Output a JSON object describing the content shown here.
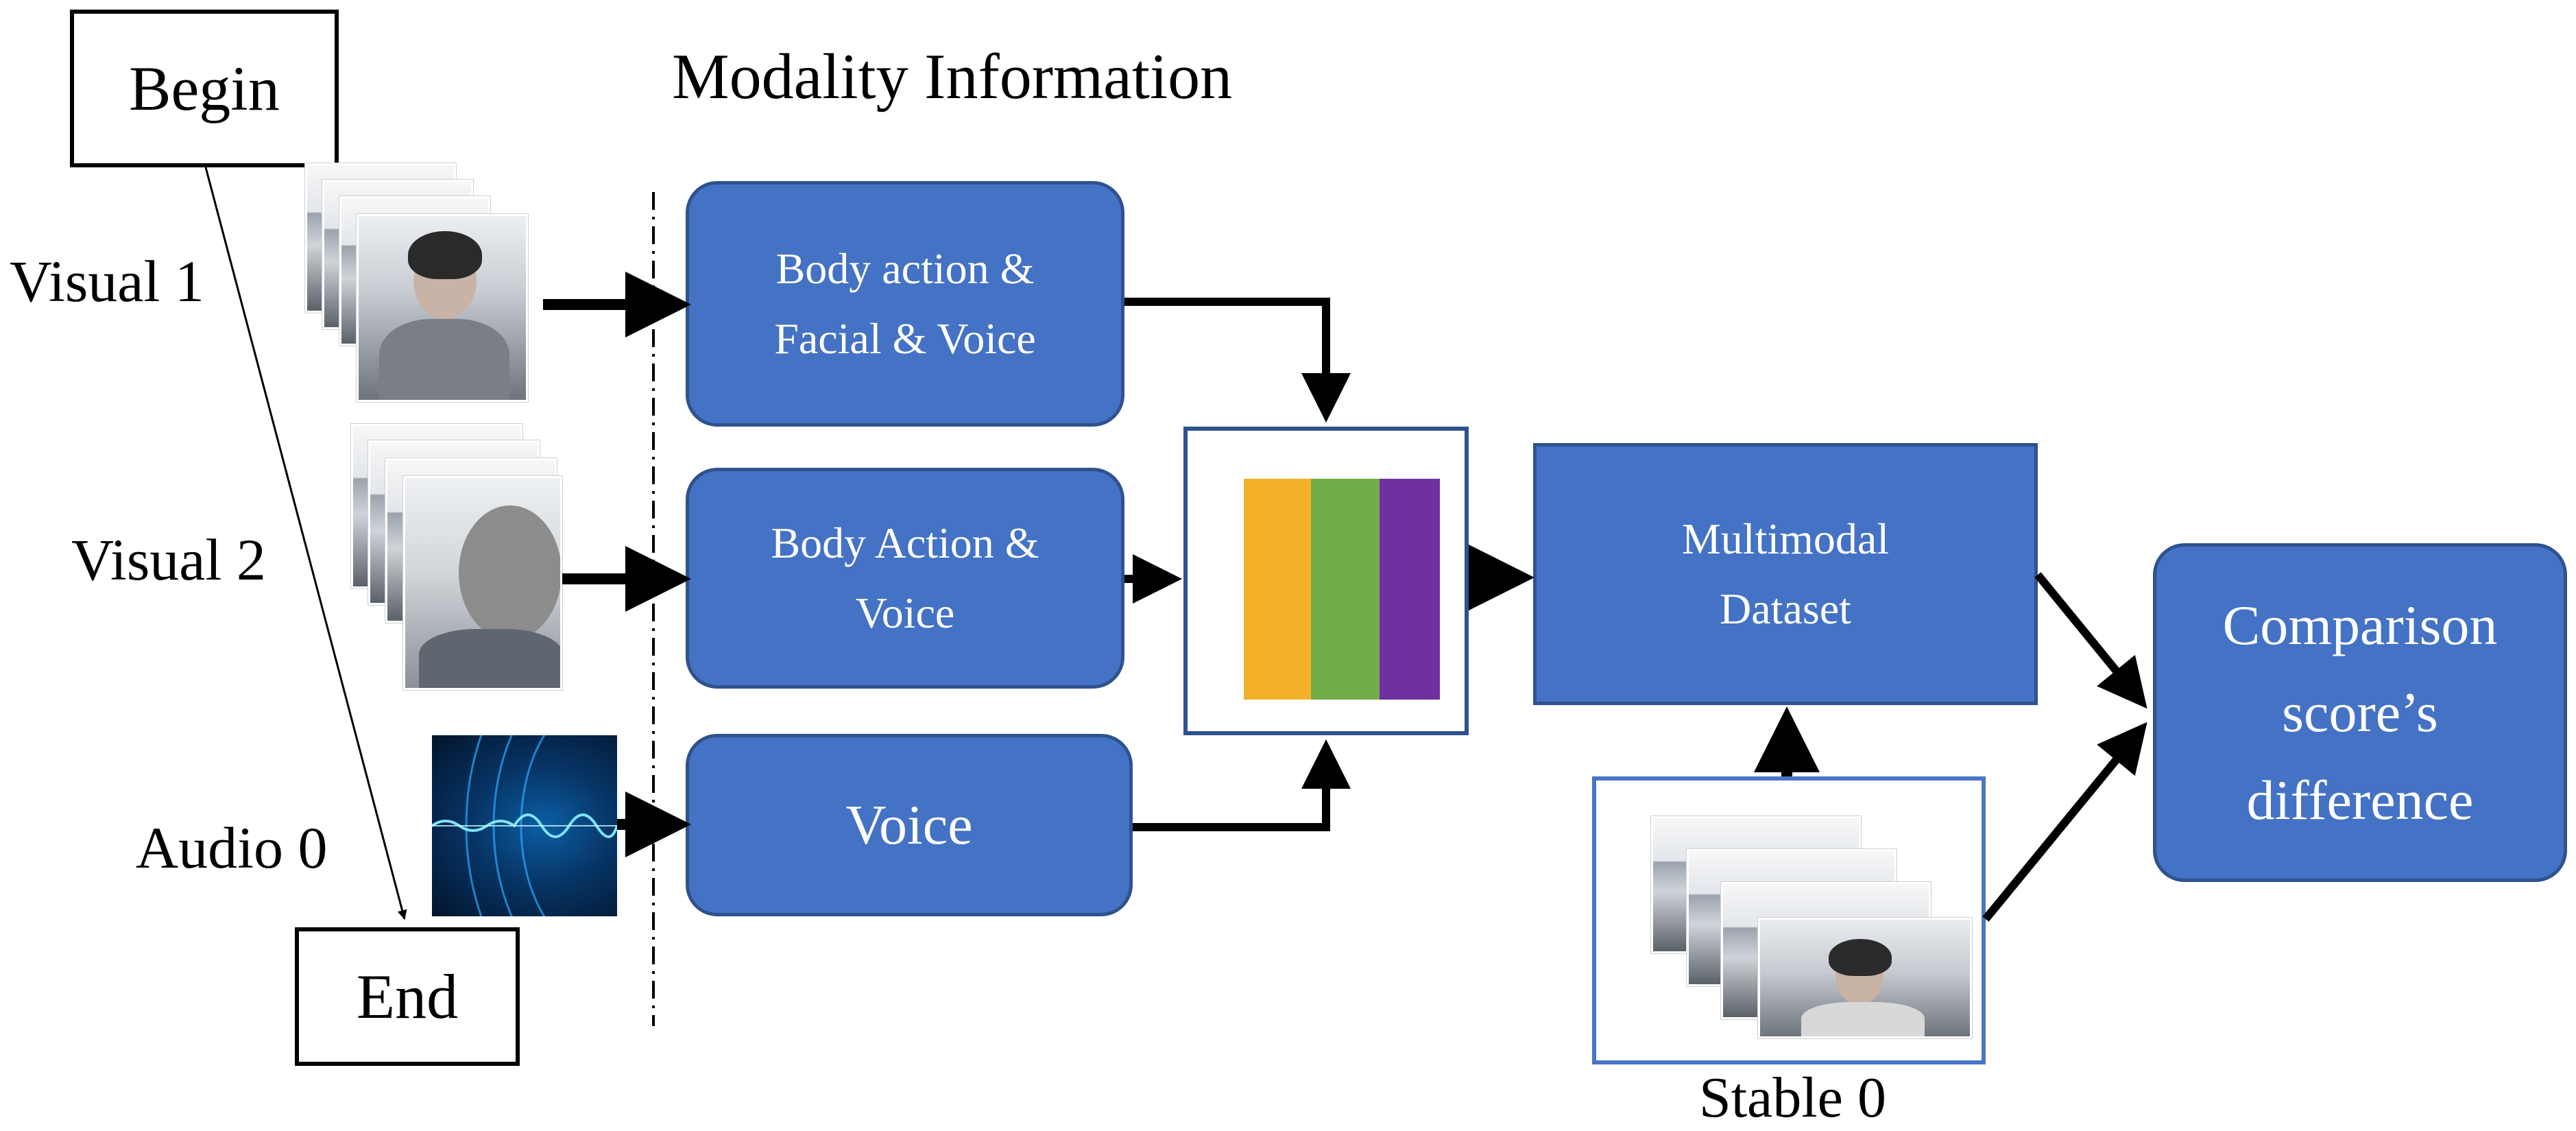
{
  "title": "Modality Information",
  "flow": {
    "begin_label": "Begin",
    "end_label": "End"
  },
  "sources": {
    "visual1": "Visual 1",
    "visual2": "Visual 2",
    "audio0": "Audio 0"
  },
  "modality_boxes": {
    "box1": {
      "line1": "Body action &",
      "line2": "Facial & Voice"
    },
    "box2": {
      "line1": "Body Action &",
      "line2": "Voice"
    },
    "box3": {
      "line1": "Voice"
    }
  },
  "dataset_box": {
    "line1": "Multimodal",
    "line2": "Dataset"
  },
  "result_box": {
    "line1": "Comparison",
    "line2": "score’s",
    "line3": "difference"
  },
  "stable_label": "Stable 0",
  "colors": {
    "box_fill": "#4472c4",
    "box_border": "#2f528f",
    "fusion_orange": "#f3b12a",
    "fusion_green": "#70ad47",
    "fusion_purple": "#7030a0"
  }
}
